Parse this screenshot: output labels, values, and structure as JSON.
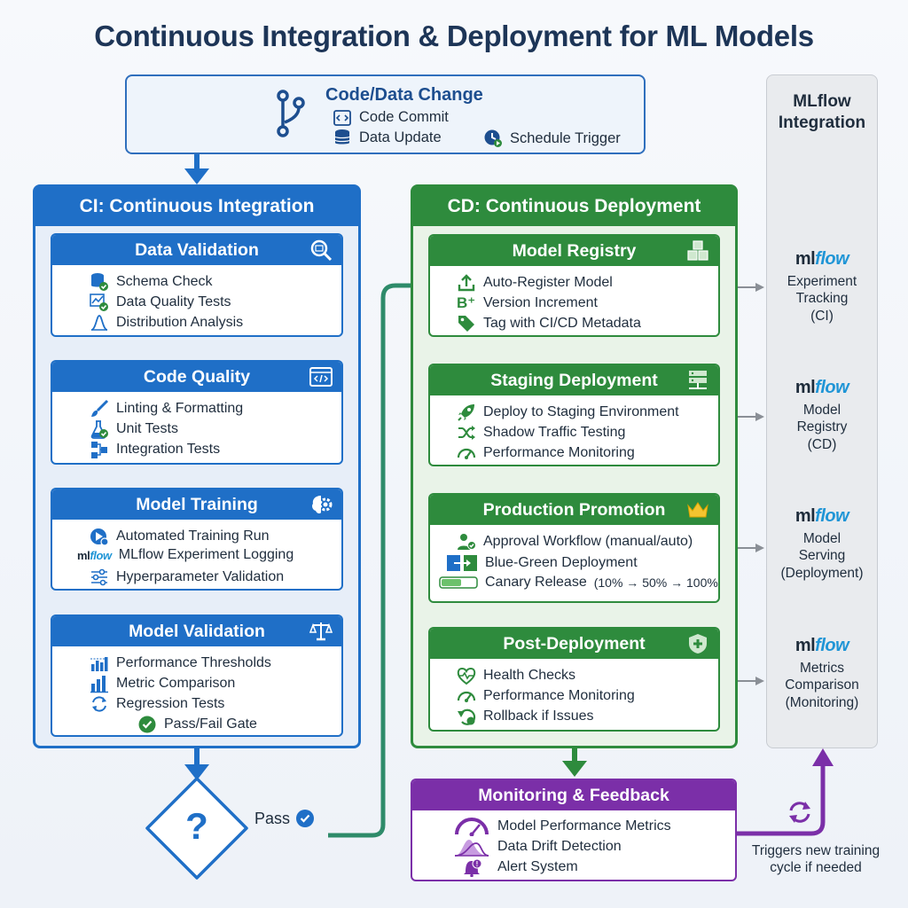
{
  "title": "Continuous Integration & Deployment for ML Models",
  "trigger": {
    "title": "Code/Data Change",
    "items": [
      "Code Commit",
      "Data Update",
      "Schedule Trigger"
    ]
  },
  "ci": {
    "header": "CI: Continuous Integration",
    "cards": [
      {
        "title": "Data Validation",
        "items": [
          "Schema Check",
          "Data Quality Tests",
          "Distribution Analysis"
        ]
      },
      {
        "title": "Code Quality",
        "items": [
          "Linting & Formatting",
          "Unit Tests",
          "Integration Tests"
        ]
      },
      {
        "title": "Model Training",
        "items": [
          "Automated Training Run",
          "MLflow Experiment Logging",
          "Hyperparameter Validation"
        ],
        "mlflow_mark": "mlflow"
      },
      {
        "title": "Model Validation",
        "items": [
          "Performance Thresholds",
          "Metric Comparison",
          "Regression Tests",
          "Pass/Fail Gate"
        ]
      }
    ]
  },
  "cd": {
    "header": "CD: Continuous Deployment",
    "cards": [
      {
        "title": "Model Registry",
        "items": [
          "Auto-Register Model",
          "Version Increment",
          "Tag with CI/CD Metadata"
        ]
      },
      {
        "title": "Staging Deployment",
        "items": [
          "Deploy to Staging Environment",
          "Shadow Traffic Testing",
          "Performance Monitoring"
        ]
      },
      {
        "title": "Production Promotion",
        "items": [
          "Approval Workflow (manual/auto)",
          "Blue-Green Deployment",
          "Canary Release",
          "(10% → 50% → 100%)"
        ]
      },
      {
        "title": "Post-Deployment",
        "items": [
          "Health Checks",
          "Performance Monitoring",
          "Rollback if Issues"
        ]
      }
    ]
  },
  "monitoring": {
    "title": "Monitoring & Feedback",
    "items": [
      "Model Performance Metrics",
      "Data Drift Detection",
      "Alert System"
    ]
  },
  "gate": {
    "symbol": "?",
    "pass_label": "Pass"
  },
  "mlflow": {
    "title_line1": "MLflow",
    "title_line2": "Integration",
    "logo_ml": "ml",
    "logo_flow": "flow",
    "blocks": [
      {
        "line1": "Experiment",
        "line2": "Tracking",
        "line3": "(CI)"
      },
      {
        "line1": "Model",
        "line2": "Registry",
        "line3": "(CD)"
      },
      {
        "line1": "Model",
        "line2": "Serving",
        "line3": "(Deployment)"
      },
      {
        "line1": "Metrics",
        "line2": "Comparison",
        "line3": "(Monitoring)"
      }
    ]
  },
  "retrain_note": {
    "line1": "Triggers new training",
    "line2": "cycle if needed"
  },
  "colors": {
    "ci_blue": "#1f6fc7",
    "cd_green": "#2e8b3d",
    "monitor_purple": "#7b2fa8",
    "title_navy": "#1d3557"
  }
}
